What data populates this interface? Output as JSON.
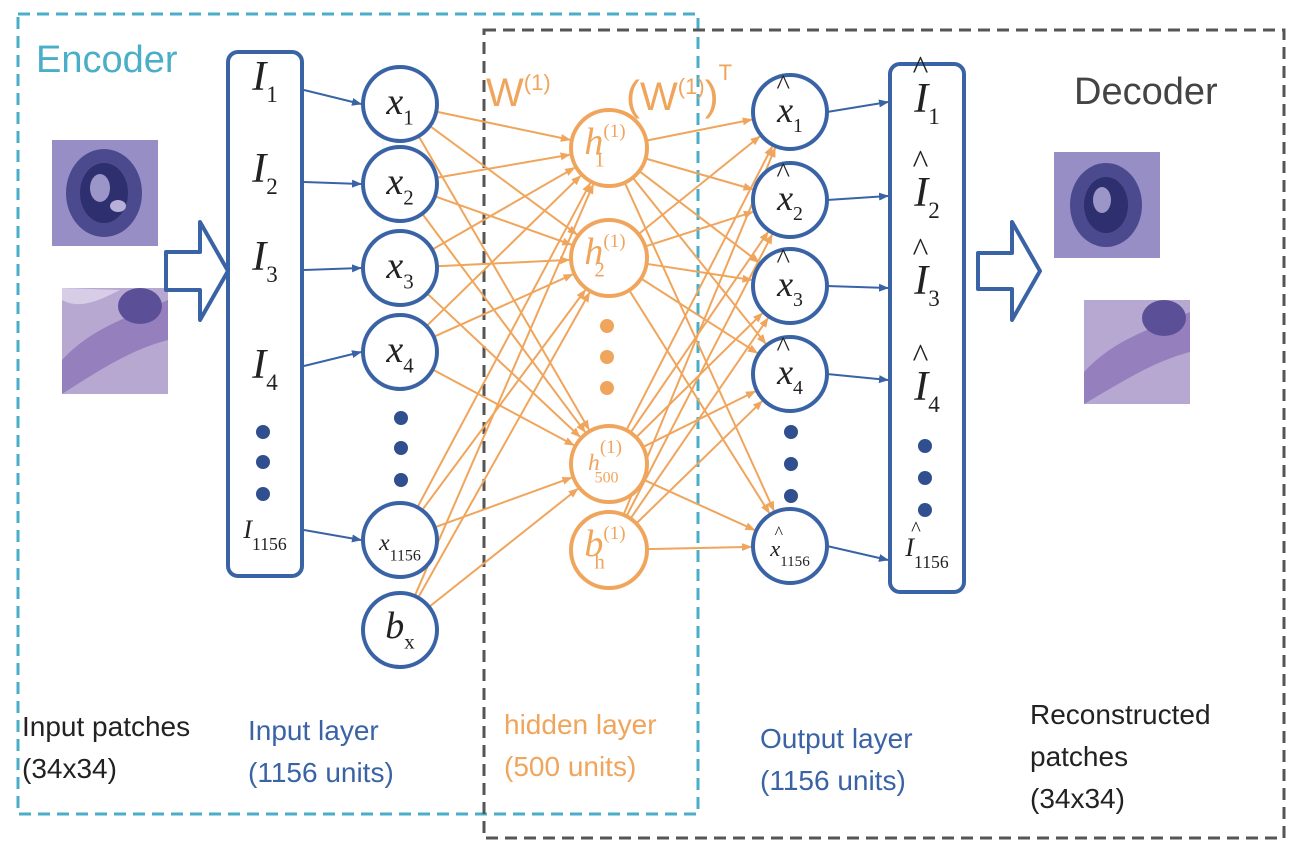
{
  "encoder": {
    "label": "Encoder",
    "color": "#4aaec9"
  },
  "decoder": {
    "label": "Decoder",
    "color": "#555555"
  },
  "colors": {
    "blue": "#3a63a6",
    "orange": "#f0a55c",
    "text_dark": "#222222",
    "patch_a": "#7d6fb3",
    "patch_b": "#9d86c2"
  },
  "weights": {
    "w_label": "W",
    "w_superscript": "(1)",
    "wt_transpose": "T"
  },
  "input_column": {
    "items": [
      {
        "base": "I",
        "sub": "1"
      },
      {
        "base": "I",
        "sub": "2"
      },
      {
        "base": "I",
        "sub": "3"
      },
      {
        "base": "I",
        "sub": "4"
      },
      {
        "base": "I",
        "sub": "1156"
      }
    ]
  },
  "input_nodes": {
    "items": [
      {
        "base": "x",
        "sub": "1"
      },
      {
        "base": "x",
        "sub": "2"
      },
      {
        "base": "x",
        "sub": "3"
      },
      {
        "base": "x",
        "sub": "4"
      },
      {
        "base": "x",
        "sub": "1156"
      }
    ],
    "bias": {
      "base": "b",
      "sub": "x"
    }
  },
  "hidden_nodes": {
    "items": [
      {
        "base": "h",
        "sup": "(1)",
        "sub": "1"
      },
      {
        "base": "h",
        "sup": "(1)",
        "sub": "2"
      },
      {
        "base": "h",
        "sup": "(1)",
        "sub": "500"
      }
    ],
    "bias": {
      "base": "b",
      "sup": "(1)",
      "sub": "h"
    }
  },
  "output_nodes": {
    "items": [
      {
        "base": "x",
        "hat": "^",
        "sub": "1"
      },
      {
        "base": "x",
        "hat": "^",
        "sub": "2"
      },
      {
        "base": "x",
        "hat": "^",
        "sub": "3"
      },
      {
        "base": "x",
        "hat": "^",
        "sub": "4"
      },
      {
        "base": "x",
        "hat": "^",
        "sub": "1156"
      }
    ]
  },
  "output_column": {
    "items": [
      {
        "base": "I",
        "hat": "^",
        "sub": "1"
      },
      {
        "base": "I",
        "hat": "^",
        "sub": "2"
      },
      {
        "base": "I",
        "hat": "^",
        "sub": "3"
      },
      {
        "base": "I",
        "hat": "^",
        "sub": "4"
      },
      {
        "base": "I",
        "hat": "^",
        "sub": "1156"
      }
    ]
  },
  "labels": {
    "input_patches": {
      "line1": "Input patches",
      "line2": "(34x34)"
    },
    "input_layer": {
      "line1": "Input layer",
      "line2": "(1156 units)"
    },
    "hidden_layer": {
      "line1": "hidden layer",
      "line2": "(500 units)"
    },
    "output_layer": {
      "line1": "Output layer",
      "line2": "(1156 units)"
    },
    "reconstructed": {
      "line1": "Reconstructed",
      "line2": "patches",
      "line3": "(34x34)"
    }
  }
}
